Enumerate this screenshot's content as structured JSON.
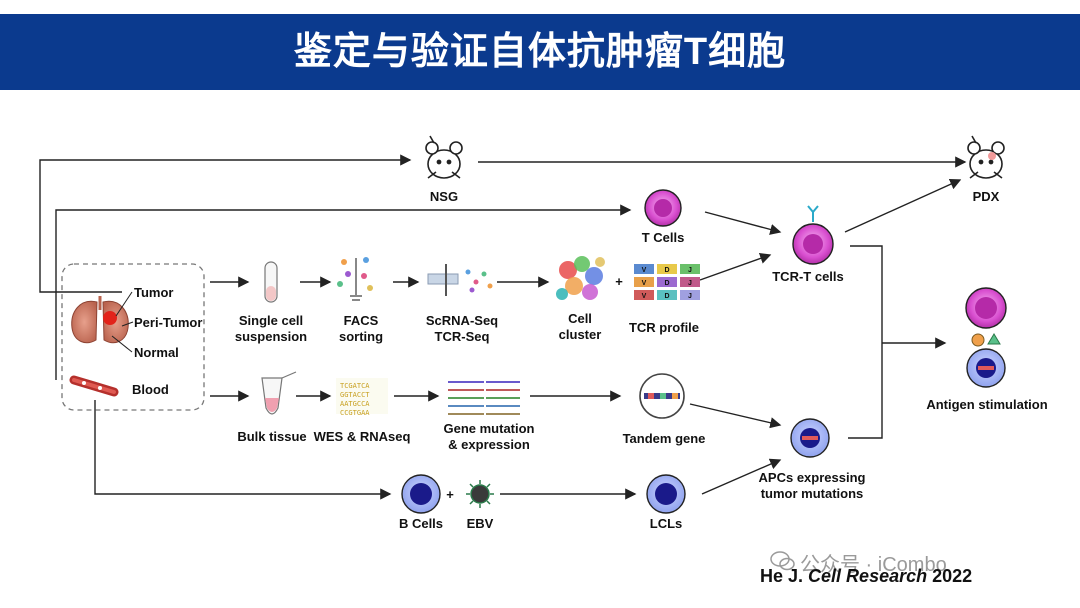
{
  "title": "鉴定与验证自体抗肿瘤T细胞",
  "labels": {
    "nsg": "NSG",
    "pdx": "PDX",
    "t_cells": "T Cells",
    "tcr_t_cells": "TCR-T cells",
    "tumor": "Tumor",
    "peri_tumor": "Peri-Tumor",
    "normal": "Normal",
    "blood": "Blood",
    "single_cell_1": "Single cell",
    "single_cell_2": "suspension",
    "facs_1": "FACS",
    "facs_2": "sorting",
    "scrna_1": "ScRNA-Seq",
    "scrna_2": "TCR-Seq",
    "cell_cluster_1": "Cell",
    "cell_cluster_2": "cluster",
    "plus": "+",
    "tcr_profile": "TCR profile",
    "bulk_tissue": "Bulk tissue",
    "wes": "WES & RNAseq",
    "gene_mut_1": "Gene mutation",
    "gene_mut_2": "& expression",
    "tandem_gene": "Tandem gene",
    "apcs_1": "APCs expressing",
    "apcs_2": "tumor mutations",
    "antigen_stim": "Antigen stimulation",
    "b_cells": "B Cells",
    "ebv": "EBV",
    "lcls": "LCLs",
    "tcr_grid": [
      "V",
      "D",
      "J",
      "V",
      "D",
      "J",
      "V",
      "D",
      "J"
    ]
  },
  "citation": {
    "author": "He J.",
    "journal": "Cell Research",
    "year": "2022"
  },
  "watermark": "公众号 · iCombo"
}
